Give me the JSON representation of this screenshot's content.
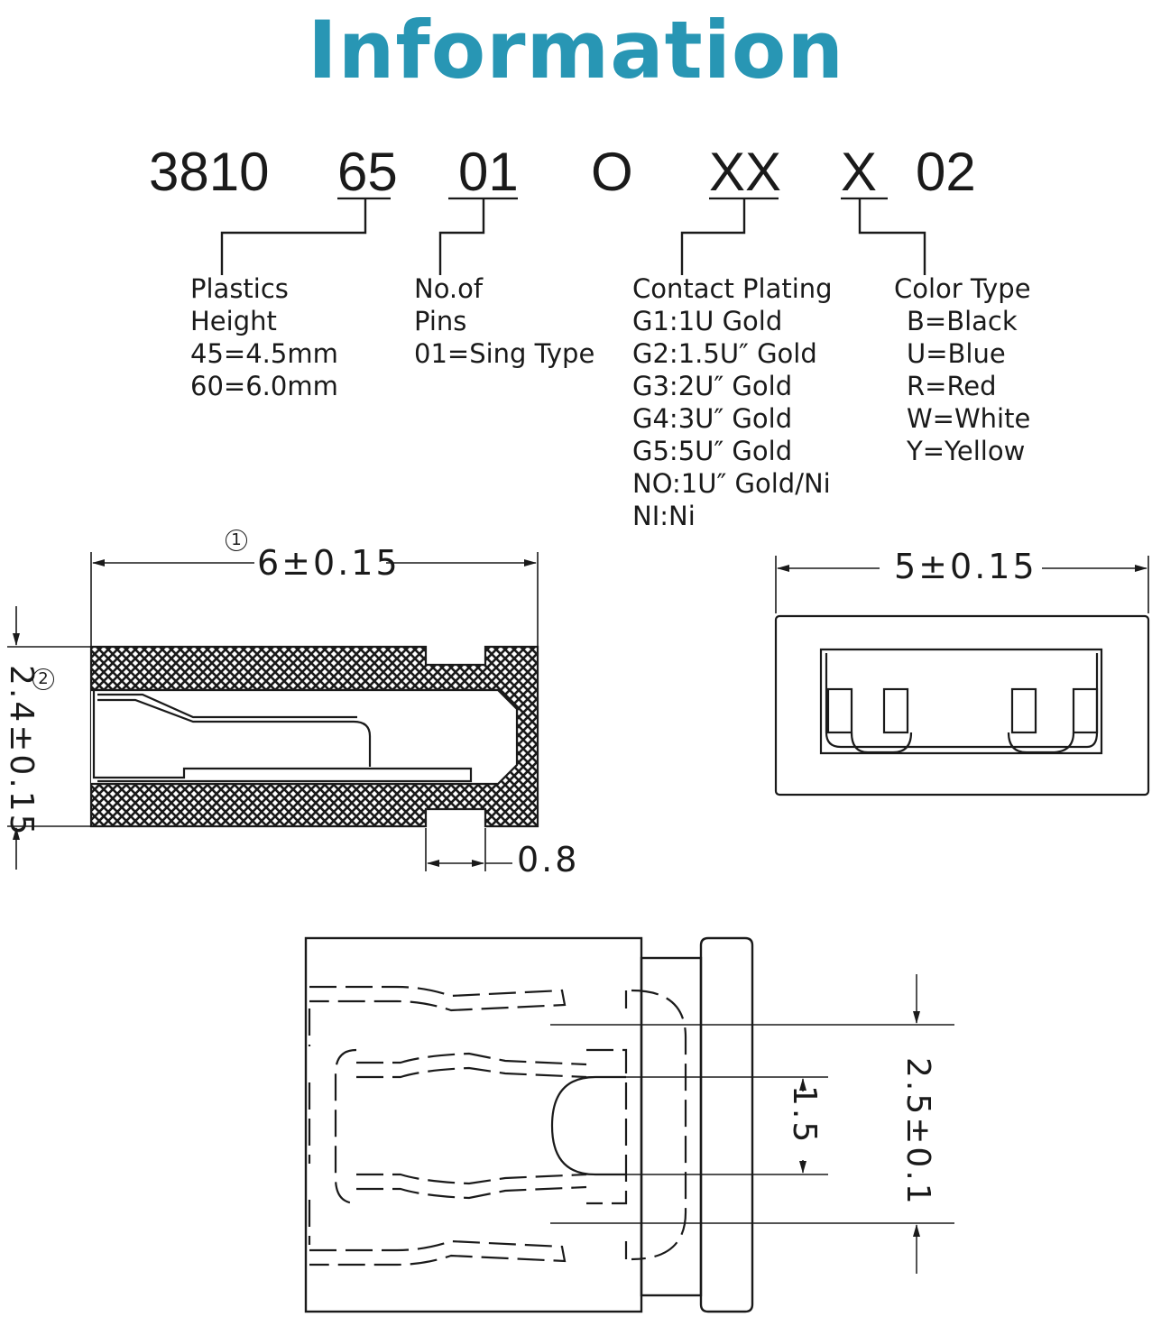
{
  "title": "Information",
  "accent_color": "#2896b4",
  "part_code": {
    "segments": [
      "3810",
      "65",
      "01",
      "O",
      "XX",
      "X",
      "02"
    ]
  },
  "legends": {
    "plastics": {
      "lines": [
        "Plastics",
        "Height",
        "45=4.5mm",
        "60=6.0mm"
      ]
    },
    "pins": {
      "lines": [
        "No.of",
        "Pins",
        "01=Sing Type"
      ]
    },
    "plating": {
      "lines": [
        "Contact Plating",
        "G1:1U Gold",
        "G2:1.5U″ Gold",
        "G3:2U″ Gold",
        "G4:3U″ Gold",
        "G5:5U″ Gold",
        "NO:1U″ Gold/Ni",
        "NI:Ni"
      ]
    },
    "color": {
      "heading": "Color Type",
      "lines": [
        "B=Black",
        "U=Blue",
        "R=Red",
        "W=White",
        "Y=Yellow"
      ]
    }
  },
  "dimensions": {
    "side_width": "6±0.15",
    "side_width_marker": "1",
    "side_height": "2.4±0.15",
    "side_height_marker": "2",
    "slot_width": "0.8",
    "front_width": "5±0.15",
    "top_pitch": "1.5",
    "top_span": "2.5±0.1"
  }
}
